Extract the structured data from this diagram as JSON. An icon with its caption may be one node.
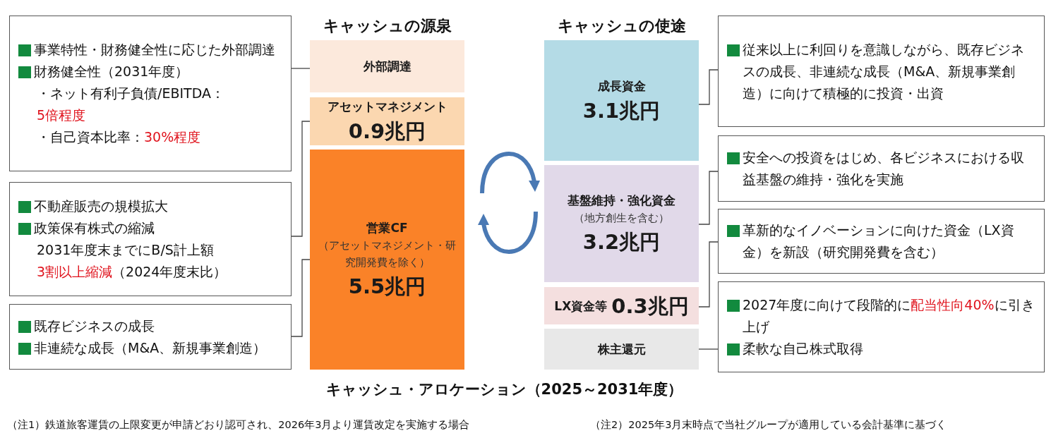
{
  "diagram": {
    "caption": "キャッシュ・アロケーション（2025～2031年度）",
    "nodes": [
      {
        "text": [
          "事業特性・財務健全性に応じた外部調達",
          "財務健全性（2031年度）",
          "・ネット有利子負債/EBITDA：",
          "5倍程度",
          "・自己資本比率：",
          "30%程度"
        ]
      },
      {
        "text": [
          "不動産販売の規模拡大",
          "政策保有株式の縮減",
          "2031年度末までにB/S計上額",
          "3割以上縮減",
          "（2024年度末比）"
        ]
      },
      {
        "text": [
          "既存ビジネスの成長",
          "非連続な成長（M&A、新規事業創造）"
        ]
      },
      {
        "text": [
          "外部調達"
        ]
      },
      {
        "text": [
          "アセットマネジメント",
          "0.9兆円"
        ]
      },
      {
        "text": [
          "営業CF",
          "（アセットマネジメント・研究開発費を除く）",
          "5.5兆円"
        ]
      },
      {
        "text": [
          "成長資金",
          "3.1兆円"
        ]
      },
      {
        "text": [
          "基盤維持・強化資金",
          "（地方創生を含む）",
          "3.2兆円"
        ]
      },
      {
        "text": [
          "LX資金等",
          "0.3兆円"
        ]
      },
      {
        "text": [
          "株主還元"
        ]
      },
      {
        "text": [
          "従来以上に利回りを意識しながら、既存ビジネスの成長、非連続な成長（M&A、新規事業創造）に向けて積極的に投資・出資"
        ]
      },
      {
        "text": [
          "安全への投資をはじめ、各ビジネスにおける収益基盤の維持・強化を実施"
        ]
      },
      {
        "text": [
          "革新的なイノベーションに向けた資金（LX資金）を新設（研究開発費を含む）"
        ]
      },
      {
        "text": [
          "2027年度に向けて段階的に",
          "配当性向40%",
          "に引き上げ",
          "柔軟な自己株式取得"
        ]
      }
    ],
    "edges": [
      {
        "from": 0,
        "to": 3,
        "arrow": "none"
      },
      {
        "from": 1,
        "to": 4,
        "arrow": "none"
      },
      {
        "from": 2,
        "to": 5,
        "arrow": "none"
      },
      {
        "from": 6,
        "to": 10,
        "arrow": "none"
      },
      {
        "from": 7,
        "to": 11,
        "arrow": "none"
      },
      {
        "from": 8,
        "to": 12,
        "arrow": "none"
      },
      {
        "from": 9,
        "to": 13,
        "arrow": "none"
      }
    ],
    "labels": [
      "キャッシュの源泉",
      "キャッシュの使途",
      "（注1）鉄道旅客運賃の上限変更が申請どおり認可され、2026年3月より運賃改定を実施する場合",
      "（注2）2025年3月末時点で当社グループが適用している会計基準に基づく"
    ]
  }
}
